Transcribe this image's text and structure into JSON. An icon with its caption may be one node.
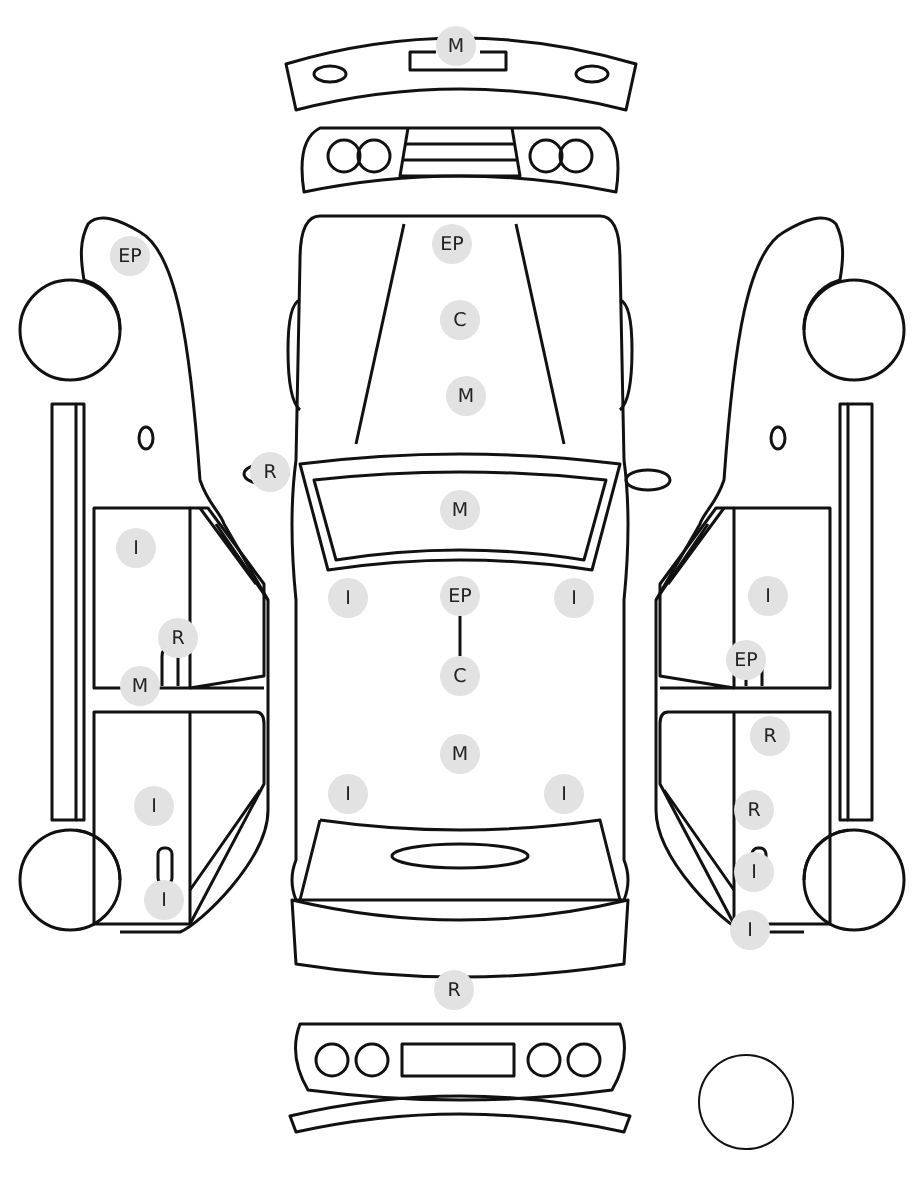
{
  "diagram": {
    "nodes": [
      {
        "text": [
          "M"
        ]
      },
      {
        "text": [
          "EP"
        ]
      },
      {
        "text": [
          "EP"
        ]
      },
      {
        "text": [
          "C"
        ]
      },
      {
        "text": [
          "M"
        ]
      },
      {
        "text": [
          "R"
        ]
      },
      {
        "text": [
          "M"
        ]
      },
      {
        "text": [
          "I"
        ]
      },
      {
        "text": [
          "I"
        ]
      },
      {
        "text": [
          "EP"
        ]
      },
      {
        "text": [
          "I"
        ]
      },
      {
        "text": [
          "I"
        ]
      },
      {
        "text": [
          "R"
        ]
      },
      {
        "text": [
          "EP"
        ]
      },
      {
        "text": [
          "C"
        ]
      },
      {
        "text": [
          "M"
        ]
      },
      {
        "text": [
          "R"
        ]
      },
      {
        "text": [
          "M"
        ]
      },
      {
        "text": [
          "I"
        ]
      },
      {
        "text": [
          "I"
        ]
      },
      {
        "text": [
          "I"
        ]
      },
      {
        "text": [
          "R"
        ]
      },
      {
        "text": [
          "I"
        ]
      },
      {
        "text": [
          "I"
        ]
      },
      {
        "text": [
          "I"
        ]
      },
      {
        "text": [
          "R"
        ]
      },
      {
        "text": [],
        "shape": "circle"
      }
    ],
    "edges": [
      {
        "from": 9,
        "to": 14,
        "arrow": "none"
      }
    ]
  }
}
